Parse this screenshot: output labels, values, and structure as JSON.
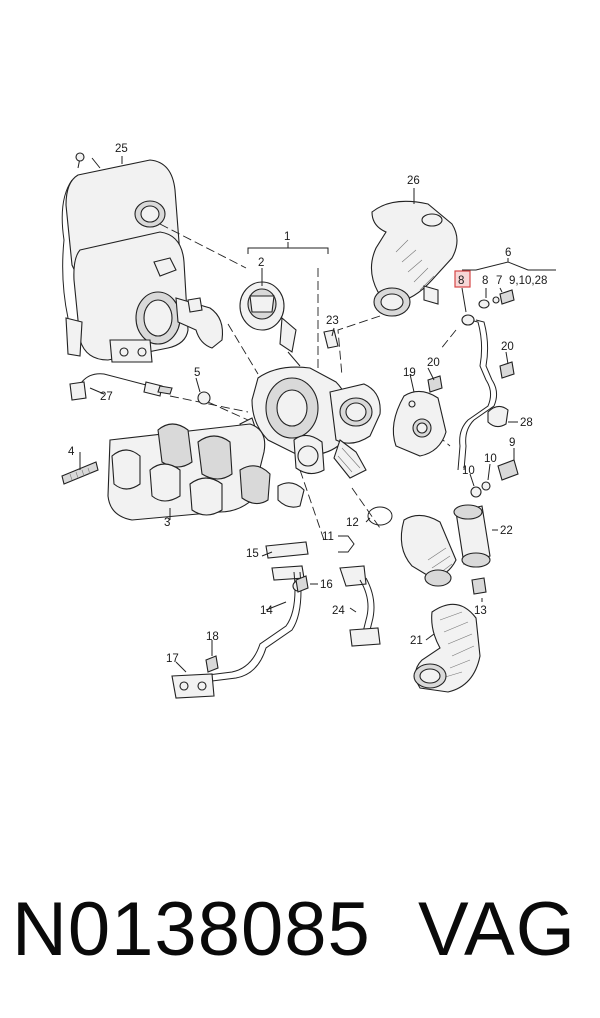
{
  "callouts": {
    "c1": "1",
    "c2": "2",
    "c3": "3",
    "c4": "4",
    "c5": "5",
    "c6": "6",
    "c7": "7",
    "c8": "8",
    "c8b": "8",
    "c9": "9",
    "c9_10_28": "9,10,28",
    "c10": "10",
    "c10b": "10",
    "c11": "11",
    "c12": "12",
    "c13": "13",
    "c14": "14",
    "c15": "15",
    "c16": "16",
    "c17": "17",
    "c18": "18",
    "c19": "19",
    "c20a": "20",
    "c20b": "20",
    "c21": "21",
    "c22": "22",
    "c23": "23",
    "c24": "24",
    "c25": "25",
    "c26": "26",
    "c27": "27",
    "c28": "28"
  },
  "highlight_color": "#d64545",
  "caption": {
    "part_number": "N0138085",
    "brand": "VAG"
  }
}
